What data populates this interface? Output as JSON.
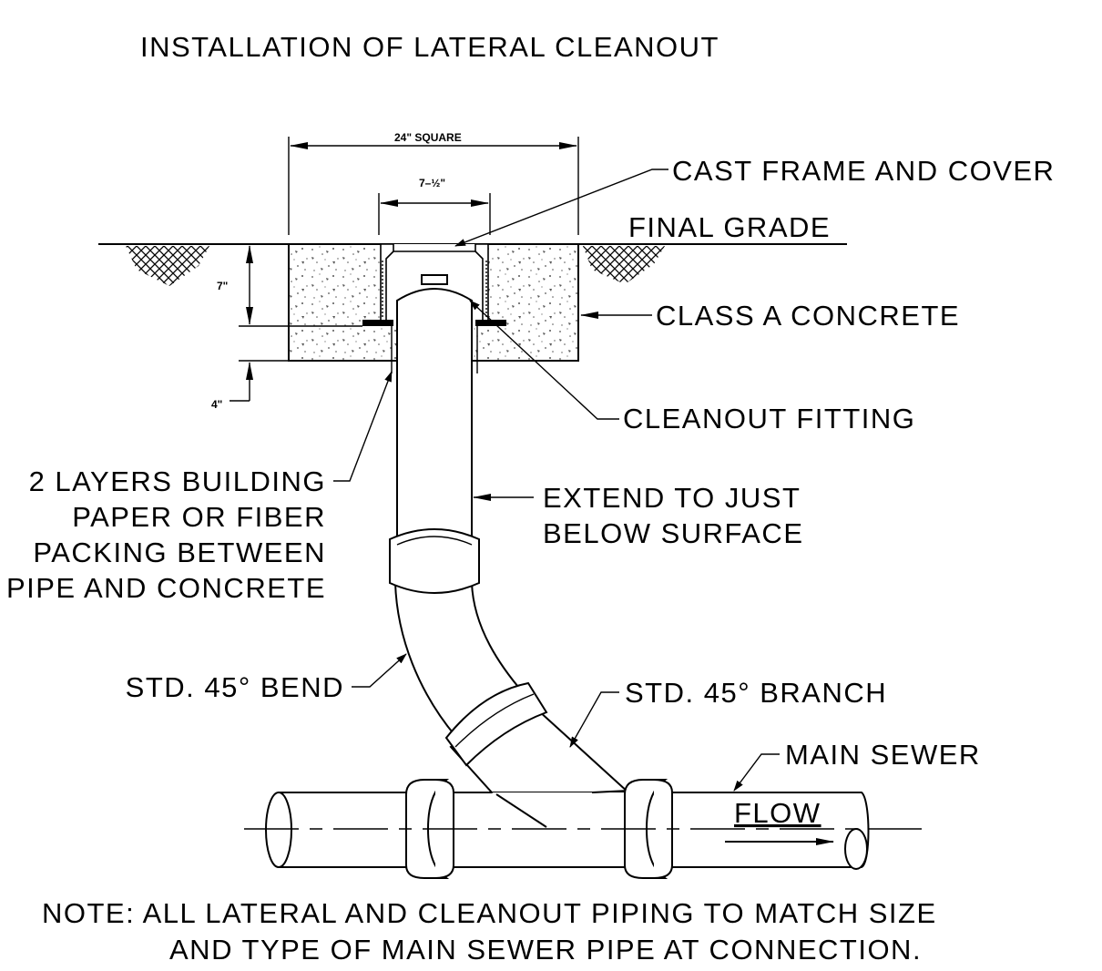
{
  "title": "INSTALLATION OF LATERAL CLEANOUT",
  "dimensions": {
    "square": "24\" SQUARE",
    "opening": "7–½\"",
    "depth_top": "7\"",
    "depth_bottom": "4\""
  },
  "labels": {
    "cast_frame": "CAST FRAME AND COVER",
    "final_grade": "FINAL GRADE",
    "class_a_concrete": "CLASS A CONCRETE",
    "cleanout_fitting": "CLEANOUT FITTING",
    "building_paper_1": "2 LAYERS BUILDING",
    "building_paper_2": "PAPER OR FIBER",
    "building_paper_3": "PACKING BETWEEN",
    "building_paper_4": "PIPE AND CONCRETE",
    "extend_1": "EXTEND TO JUST",
    "extend_2": "BELOW SURFACE",
    "bend": "STD. 45° BEND",
    "branch": "STD. 45° BRANCH",
    "main_sewer": "MAIN SEWER",
    "flow": "FLOW"
  },
  "note": {
    "line1": "NOTE:  ALL LATERAL AND CLEANOUT PIPING TO MATCH SIZE",
    "line2": "AND TYPE OF MAIN SEWER PIPE AT CONNECTION."
  },
  "colors": {
    "ink": "#000000",
    "paper": "#ffffff"
  }
}
